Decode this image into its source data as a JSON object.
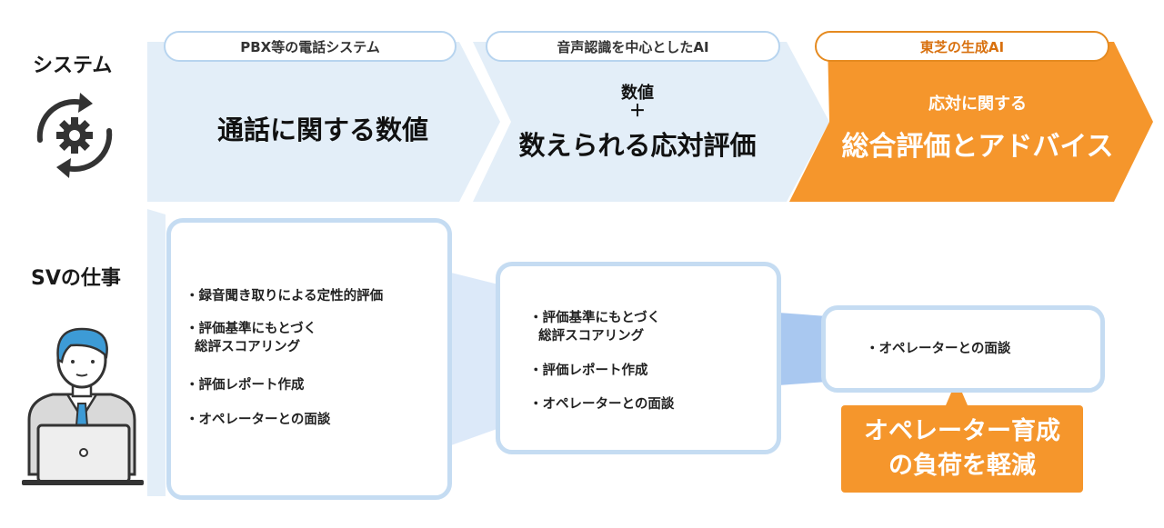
{
  "rows": {
    "system_label": "システム",
    "sv_label": "SVの仕事"
  },
  "stages": [
    {
      "tag": "PBX等の電話システム",
      "line1": "",
      "line2": "",
      "main": "通話に関する数値",
      "bullets": [
        "・録音聞き取りによる定性的評価",
        "・評価基準にもとづく\n  総評スコアリング",
        "・評価レポート作成",
        "・オペレーターとの面談"
      ]
    },
    {
      "tag": "音声認識を中心としたAI",
      "line1": "数値",
      "line2": "＋",
      "main": "数えられる応対評価",
      "bullets": [
        "・評価基準にもとづく\n  総評スコアリング",
        "・評価レポート作成",
        "・オペレーターとの面談"
      ]
    },
    {
      "tag": "東芝の生成AI",
      "line1": "応対に関する",
      "line2": "",
      "main": "総合評価とアドバイス",
      "bullets": [
        "・オペレーターとの面談"
      ]
    }
  ],
  "result": {
    "line1": "オペレーター育成",
    "line2": "の負荷を軽減"
  },
  "colors": {
    "light_blue": "#e3eef8",
    "panel_border": "#c5dcf2",
    "orange": "#f5962c",
    "connector": "#a9c8f0"
  }
}
